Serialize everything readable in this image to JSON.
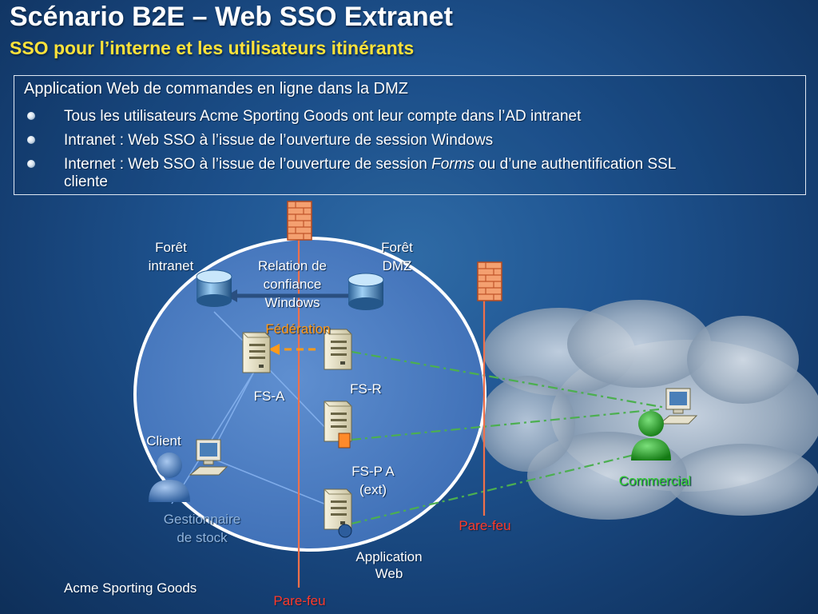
{
  "slide": {
    "title": "Scénario B2E – Web SSO Extranet",
    "subtitle": "SSO pour l’interne et les utilisateurs itinérants",
    "footer": "Acme Sporting Goods"
  },
  "textbox": {
    "heading": "Application Web de commandes en ligne dans la DMZ",
    "bullets": [
      {
        "text": "Tous les utilisateurs Acme Sporting Goods ont leur compte dans l’AD intranet"
      },
      {
        "text": "Intranet : Web SSO à l’issue de l’ouverture de session Windows"
      },
      {
        "prefix": "Internet : Web SSO à l’issue de l’ouverture de session ",
        "emphasis": "Forms",
        "suffix": " ou d’une authentification SSL",
        "line2": "cliente"
      }
    ]
  },
  "diagram": {
    "forest_intranet": {
      "line1": "Forêt",
      "line2": "intranet"
    },
    "forest_dmz": {
      "line1": "Forêt",
      "line2": "DMZ"
    },
    "trust": {
      "line1": "Relation de",
      "line2": "confiance",
      "line3": "Windows"
    },
    "federation": "Fédération",
    "fs_a": "FS-A",
    "fs_r": "FS-R",
    "fs_p": {
      "line1": "FS-P A",
      "line2": "(ext)"
    },
    "client": "Client",
    "stock_manager": {
      "line1": "Gestionnaire",
      "line2": "de stock"
    },
    "web_app": {
      "line1": "Application",
      "line2": "Web"
    },
    "commercial": "Commercial",
    "firewall_right": "Pare-feu",
    "firewall_bottom": "Pare-feu"
  },
  "icons": [
    "firewall-icon",
    "database-icon",
    "server-icon",
    "computer-icon",
    "user-icon"
  ],
  "colors": {
    "title": "#ffffff",
    "subtitle": "#ffe23a",
    "federation": "#ff9a1a",
    "commercial": "#2fd12f",
    "firewall_label": "#ff3a2a",
    "stock_manager": "#8fb3dc",
    "firewall_line": "#f0704a",
    "internet_link": "#4caf50"
  }
}
